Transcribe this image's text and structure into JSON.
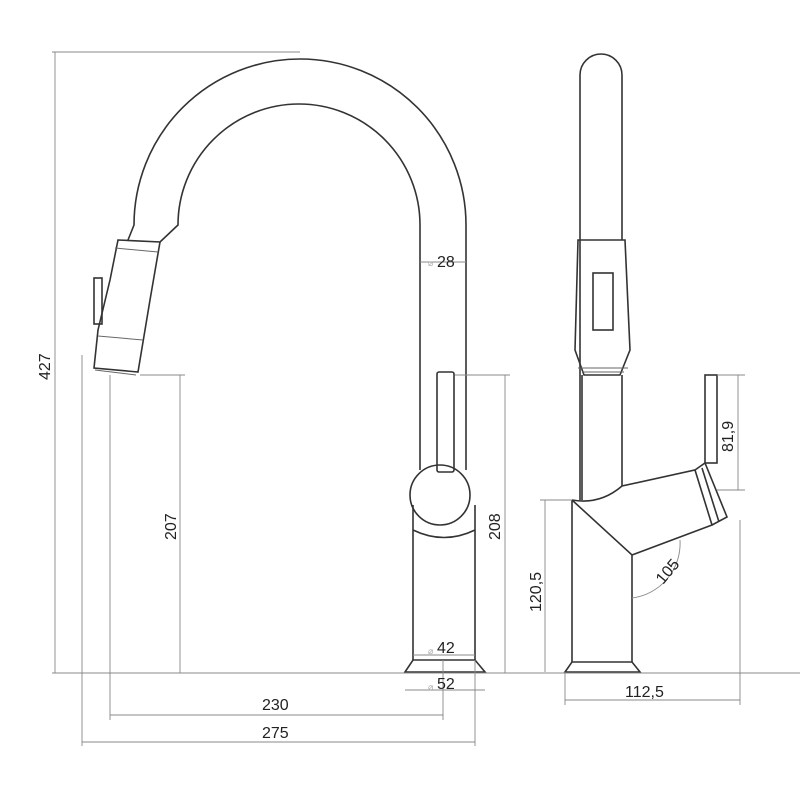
{
  "dimensions": {
    "total_height": "427",
    "spray_height": "207",
    "spout_outlet_height": "208",
    "spout_diameter": "28",
    "body_diameter": "42",
    "base_diameter": "52",
    "reach_center": "230",
    "overall_reach": "275",
    "side_body_height": "120,5",
    "side_depth": "112,5",
    "handle_angle": "105",
    "handle_height": "81,9",
    "diameter_symbol": "⌀"
  }
}
